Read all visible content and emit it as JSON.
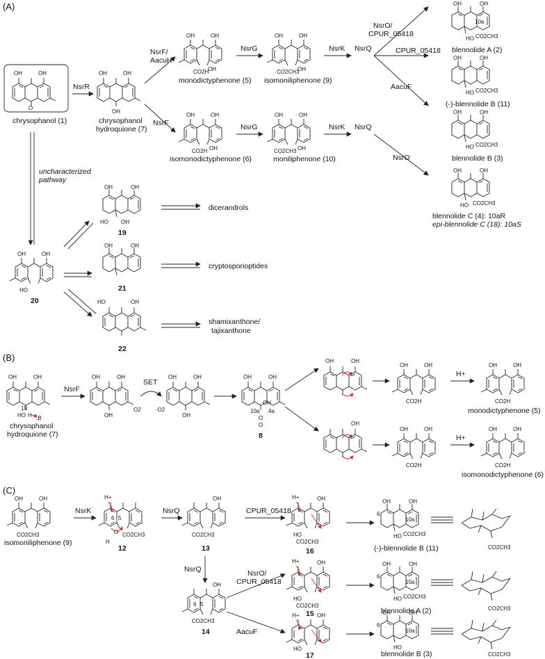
{
  "panels": {
    "a": "(A)",
    "b": "(B)",
    "c": "(C)"
  },
  "compounds": {
    "chrysophanol": "chrysophanol (1)",
    "chry_hq_a": "chrysophanol",
    "chry_hq_b": "hydroquione (7)",
    "monodictyphenone": "monodictyphenone (5)",
    "isomonodictyphenone": "isomonodictyphenone (6)",
    "isomoniliphenone": "isomoniliphenone (9)",
    "moniliphenone": "moniliphenone (10)",
    "blennolideA": "blennolide A (2)",
    "blennolideB_minus": "(-)-blennolide B (11)",
    "blennolideB": "blennolide B (3)",
    "blennolideC": "blennolide C (4): 10aR",
    "epiblennolideC": "epi-blennolide C (18): 10aS",
    "dicerandrols": "dicerandrols",
    "cryptosporioptides": "cryptosporioptides",
    "shamixanthone_a": "shamixanthone/",
    "shamixanthone_b": "tajixanthone",
    "uncharacterized_a": "uncharacterized",
    "uncharacterized_b": "pathway",
    "n19": "19",
    "n20": "20",
    "n21": "21",
    "n22": "22",
    "n8": "8",
    "n12": "12",
    "n13": "13",
    "n14": "14",
    "n15": "15",
    "n16": "16",
    "n17": "17"
  },
  "enzymes": {
    "NsrR": "NsrR",
    "NsrF_AacuH_a": "NsrF/",
    "NsrF_AacuH_b": "AacuH",
    "NsrF": "NsrF",
    "NsrG": "NsrG",
    "NsrK": "NsrK",
    "NsrQ": "NsrQ",
    "NsrO_CPUR_a": "NsrO/",
    "NsrO_CPUR_b": "CPUR_05418",
    "CPUR": "CPUR_05418",
    "AacuF": "AacuF",
    "NsrO": "NsrO",
    "SET": "SET",
    "H": "H+"
  },
  "atoms": {
    "OH": "OH",
    "O": "O",
    "CO2H": "CO2H",
    "CO2CH3": "CO2CH3",
    "HO": "HO",
    "B": ":B",
    "O2": "O2",
    "O2r": "·O2",
    "H": "H",
    "n10": "10",
    "n10a": "10a",
    "n4a": "4a",
    "n5": "5",
    "n6": "6"
  }
}
